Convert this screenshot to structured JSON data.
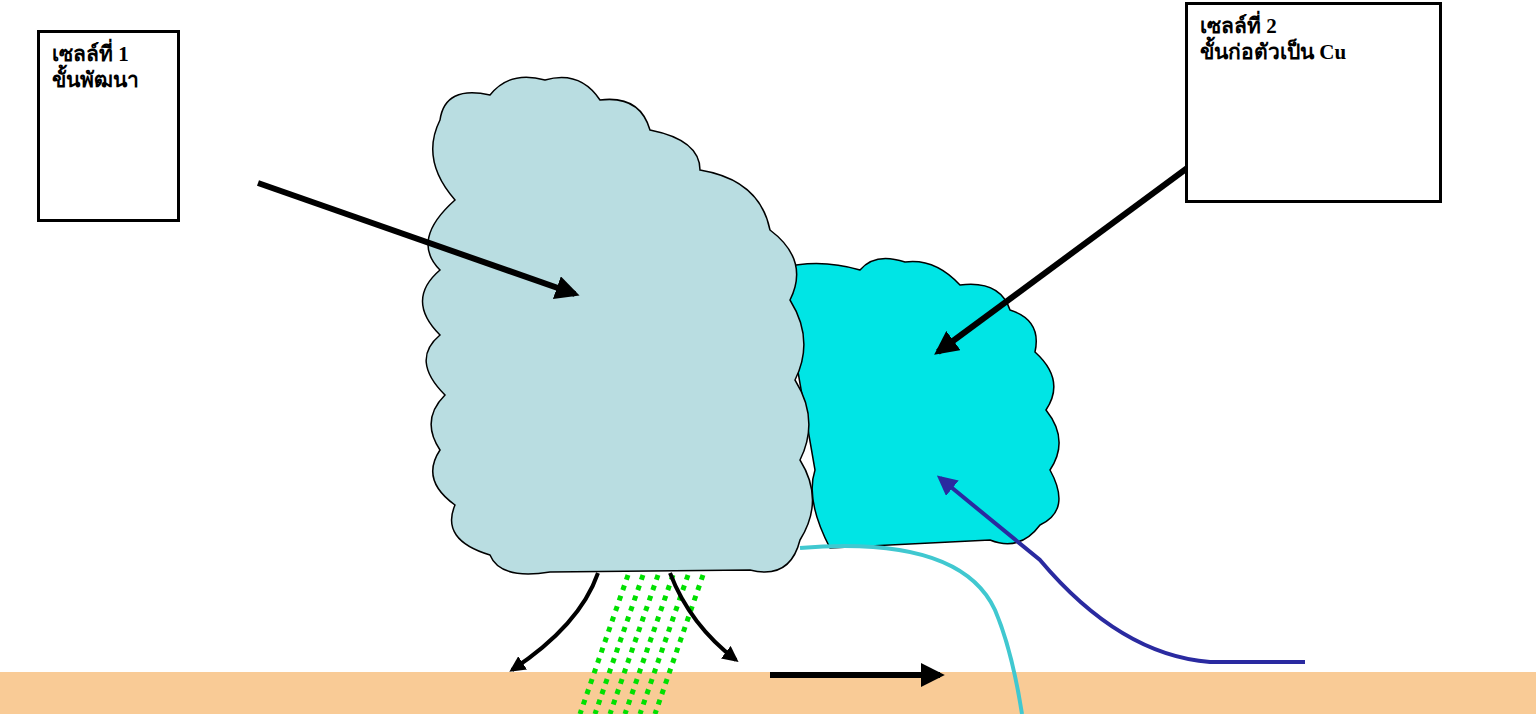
{
  "diagram": {
    "nodes": [
      {
        "text": [
          "เซลล์ที่ 1",
          "ขั้นพัฒนา"
        ]
      },
      {
        "text": [
          "เซลล์ที่ 2",
          "ขั้นก่อตัวเป็น Cu"
        ]
      }
    ]
  }
}
